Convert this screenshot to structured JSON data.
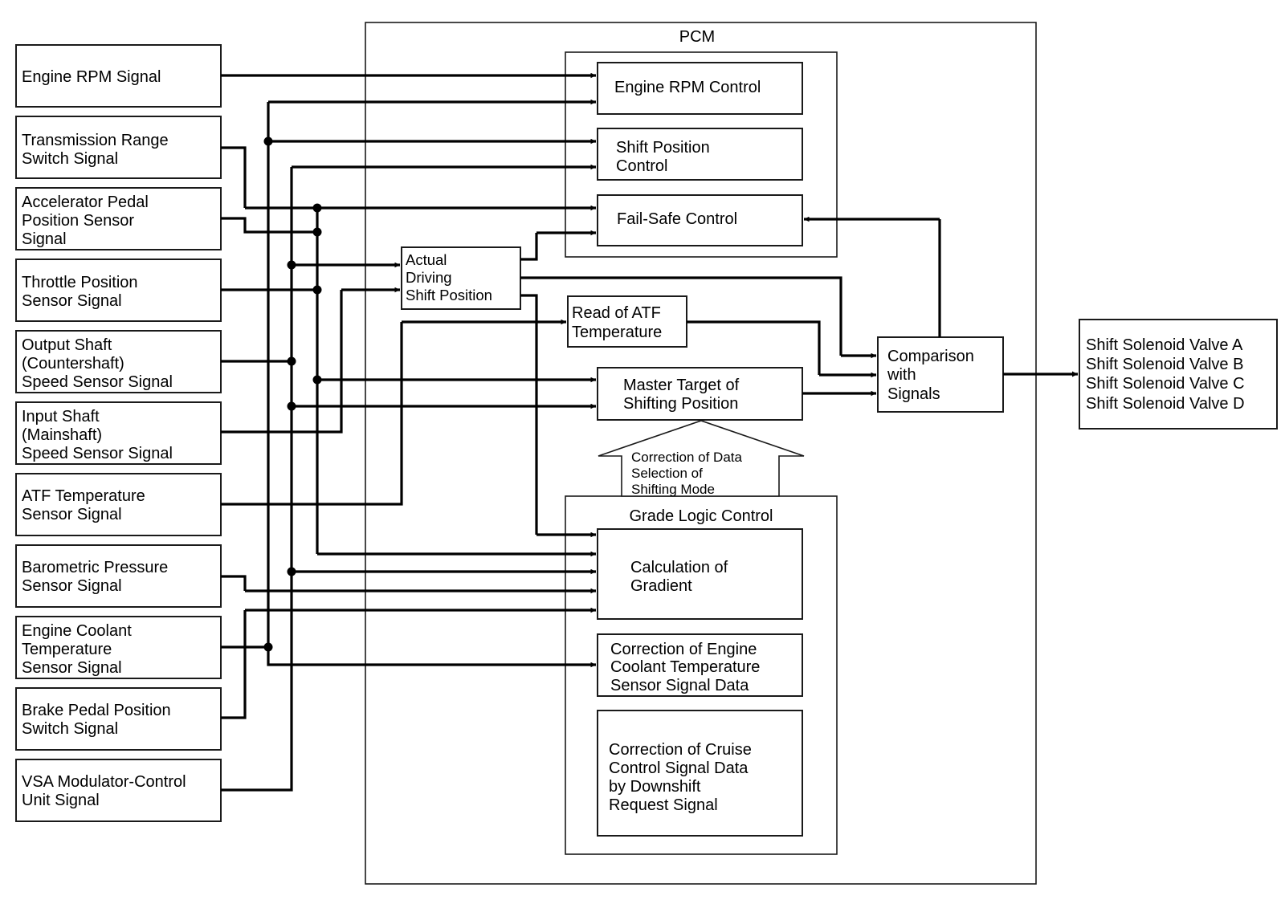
{
  "pcm": {
    "title": "PCM"
  },
  "inputs": [
    {
      "lines": [
        "Engine RPM Signal"
      ]
    },
    {
      "lines": [
        "Transmission Range",
        "Switch Signal"
      ]
    },
    {
      "lines": [
        "Accelerator Pedal",
        "Position Sensor",
        "Signal"
      ]
    },
    {
      "lines": [
        "Throttle Position",
        "Sensor Signal"
      ]
    },
    {
      "lines": [
        "Output Shaft",
        "(Countershaft)",
        "Speed Sensor Signal"
      ]
    },
    {
      "lines": [
        "Input Shaft",
        "(Mainshaft)",
        "Speed Sensor Signal"
      ]
    },
    {
      "lines": [
        "ATF Temperature",
        "Sensor Signal"
      ]
    },
    {
      "lines": [
        "Barometric Pressure",
        "Sensor Signal"
      ]
    },
    {
      "lines": [
        "Engine Coolant",
        "Temperature",
        "Sensor Signal"
      ]
    },
    {
      "lines": [
        "Brake Pedal Position",
        "Switch Signal"
      ]
    },
    {
      "lines": [
        "VSA Modulator-Control",
        "Unit Signal"
      ]
    }
  ],
  "controls": {
    "engine_rpm": [
      "Engine RPM Control"
    ],
    "shift_position": [
      "Shift Position",
      "Control"
    ],
    "fail_safe": [
      "Fail-Safe Control"
    ],
    "actual_driving": [
      "Actual",
      "Driving",
      "Shift Position"
    ],
    "read_atf": [
      "Read of ATF",
      "Temperature"
    ],
    "master_target": [
      "Master Target of",
      "Shifting Position"
    ],
    "comparison": [
      "Comparison",
      "with",
      "Signals"
    ],
    "correction_arrow": [
      "Correction of Data",
      "Selection of",
      "Shifting Mode"
    ],
    "grade_logic_title": "Grade Logic Control",
    "calc_gradient": [
      "Calculation of",
      "Gradient"
    ],
    "correction_coolant": [
      "Correction of Engine",
      "Coolant Temperature",
      "Sensor Signal Data"
    ],
    "correction_cruise": [
      "Correction of Cruise",
      "Control Signal Data",
      "by Downshift",
      "Request Signal"
    ]
  },
  "outputs": {
    "lines": [
      "Shift Solenoid Valve A",
      "Shift Solenoid Valve B",
      "Shift Solenoid Valve C",
      "Shift Solenoid Valve D"
    ]
  }
}
